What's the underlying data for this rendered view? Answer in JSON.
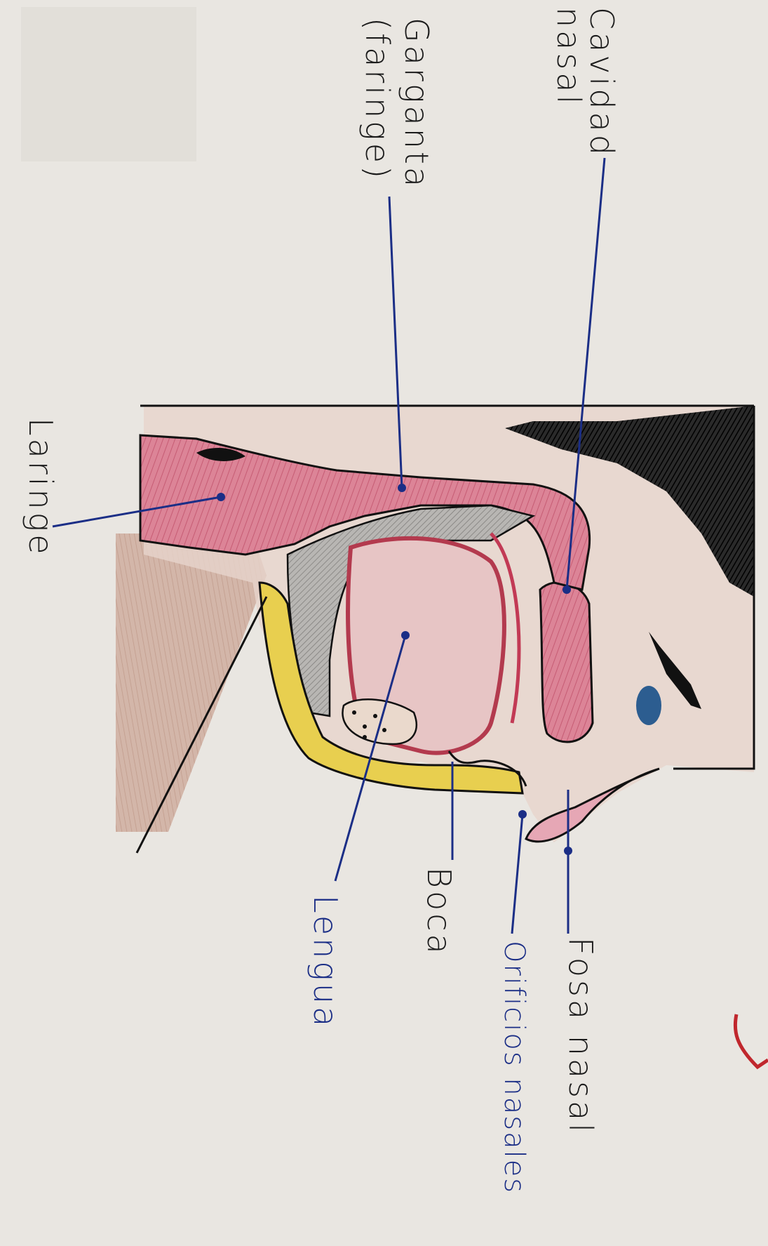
{
  "colors": {
    "paper": "#e9e6e1",
    "label_ink_black": "#1c1c1c",
    "label_ink_blue": "#1b2e86",
    "leader_line": "#1b2e86",
    "muscle_pink": "#d9798c",
    "skin_brown": "#c7a394",
    "bone_yellow": "#e8cf4f",
    "cartilage_gray": "#a6a4a2",
    "hair_black": "#151515",
    "check_mark": "#c0272d"
  },
  "labels": {
    "cavidad": "Cavidad",
    "nasal": "nasal",
    "garganta": "Garganta",
    "faringe": "(faringe)",
    "laringe": "Laringe",
    "fosa_nasal": "Fosa nasal",
    "orificios_nasales": "Orificios nasales",
    "boca": "Boca",
    "lengua": "Lengua"
  },
  "icons": {
    "check": "check-mark-icon"
  }
}
